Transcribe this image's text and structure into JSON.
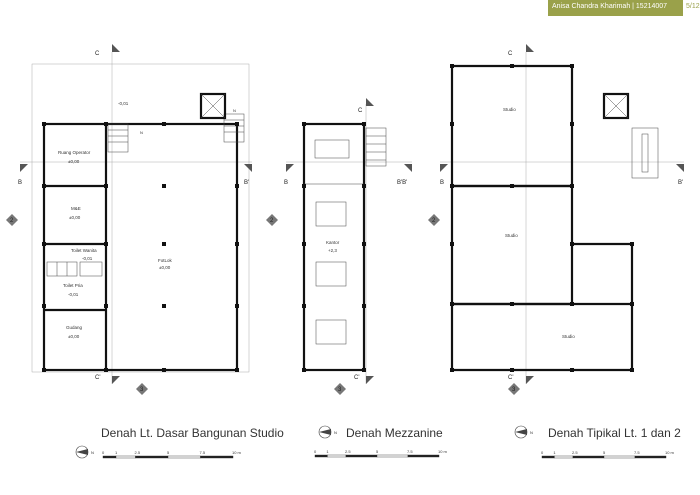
{
  "header": {
    "author": "Anisa Chandra Kharimah | 15214007",
    "page": "5/12"
  },
  "titles": {
    "plan1": "Denah Lt. Dasar Bangunan Studio",
    "plan2": "Denah Mezzanine",
    "plan3": "Denah Tipikal Lt. 1 dan 2"
  },
  "north": "N",
  "section_marks": {
    "b": "B",
    "b_prime": "B'",
    "bb_prime": "B'B'",
    "c": "C",
    "c_prime": "C'",
    "axis2": "2",
    "axis3": "3"
  },
  "plan1_rooms": {
    "operator": "Ruang Operator",
    "operator_lvl": "±0,00",
    "me": "M&E",
    "me_lvl": "±0,00",
    "toilet_wanita": "Toilet Wanita",
    "toilet_wanita_lvl": "-0,01",
    "toilet_pria": "Toilet Pria",
    "toilet_pria_lvl": "-0,01",
    "gudang": "Gudang",
    "gudang_lvl": "±0,00",
    "fotlok": "FotLok",
    "fotlok_lvl": "±0,00",
    "top_lvl": "-0,01"
  },
  "plan2_rooms": {
    "kantor": "Kantor",
    "kantor_lvl": "+2,3"
  },
  "plan3_rooms": {
    "studio_a": "Studio",
    "studio_b": "Studio",
    "studio_c": "Studio"
  },
  "scale": {
    "labels": [
      "0",
      "1",
      "2.5",
      "5",
      "7.5",
      "10 m"
    ],
    "meters": [
      0,
      1,
      2.5,
      5,
      7.5,
      10
    ]
  }
}
